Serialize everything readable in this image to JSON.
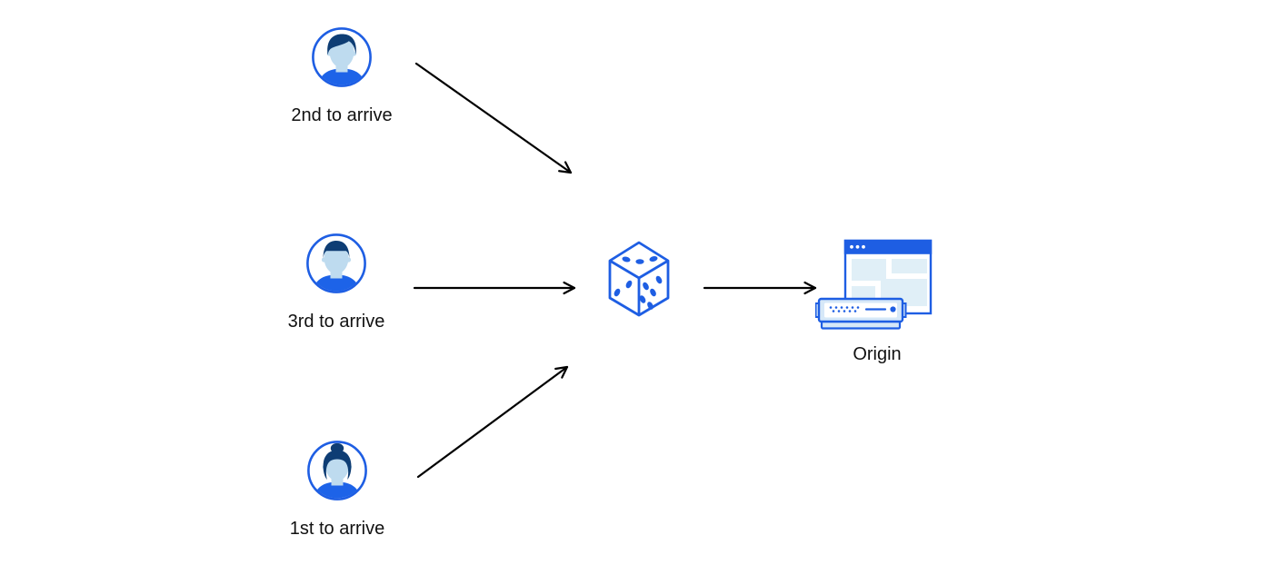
{
  "nodes": {
    "users": [
      {
        "label": "2nd to arrive",
        "icon": "avatar-man-swept-hair-icon"
      },
      {
        "label": "3rd to arrive",
        "icon": "avatar-man-flat-top-icon"
      },
      {
        "label": "1st to arrive",
        "icon": "avatar-woman-bun-icon"
      }
    ],
    "dice": {
      "icon": "dice-icon",
      "pips": {
        "top_face": 3,
        "left_face": 2,
        "right_face": 5
      }
    },
    "origin": {
      "label": "Origin",
      "icon": "origin-server-icon"
    }
  },
  "edges": [
    {
      "from": "user-2nd-to-arrive",
      "to": "dice"
    },
    {
      "from": "user-3rd-to-arrive",
      "to": "dice"
    },
    {
      "from": "user-1st-to-arrive",
      "to": "dice"
    },
    {
      "from": "dice",
      "to": "origin"
    }
  ],
  "colors": {
    "primary_blue": "#1E5EE3",
    "shirt_blue": "#1D63E8",
    "dark_navy": "#0E3D74",
    "skin_blue": "#BEDBEF",
    "pale_block_blue": "#E0EFF7",
    "server_fill_blue": "#D6E8F8",
    "arrow_black": "#000000",
    "background": "#FFFFFF",
    "label_text": "#111111"
  }
}
